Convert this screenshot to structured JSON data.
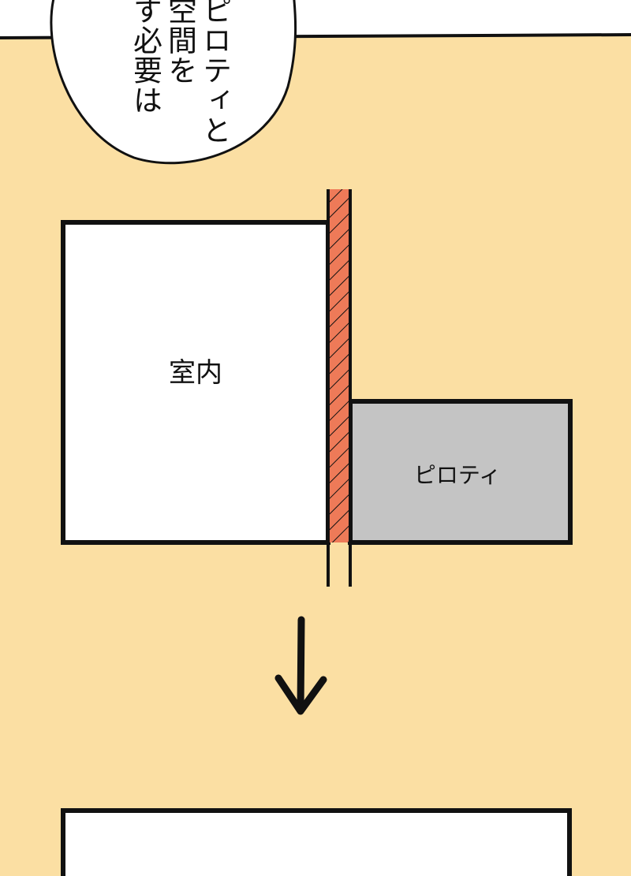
{
  "speech_bubble": {
    "lines": [
      "ピロティと",
      "空間を",
      "す必要は"
    ]
  },
  "diagram": {
    "interior_label": "室内",
    "piloti_label": "ピロティ"
  },
  "colors": {
    "background": "#FBDFA3",
    "top_strip": "#FFFFFF",
    "interior_fill": "#FFFFFF",
    "piloti_fill": "#C4C4C4",
    "wall_fill": "#EE7A58",
    "stroke": "#111111"
  }
}
